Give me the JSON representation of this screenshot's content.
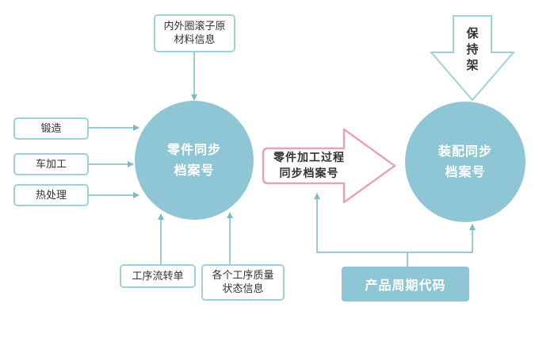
{
  "inputs": {
    "material": "内外圈滚子原\n材料信息",
    "forging": "锻造",
    "turning": "车加工",
    "heat": "热处理",
    "flow": "工序流转单",
    "quality": "各个工序质量\n状态信息"
  },
  "part_circle": "零件同步\n档案号",
  "process_arrow": "零件加工过程\n同步档案号",
  "assembly_circle": "装配同步\n档案号",
  "cage_arrow": "保\n持\n架",
  "product_code": "产品周期代码",
  "colors": {
    "circle": "#8fc6d6",
    "border": "#9fd1db",
    "arrow_line": "#7fb8c8",
    "process_arrow_border": "#e8a3ac"
  }
}
